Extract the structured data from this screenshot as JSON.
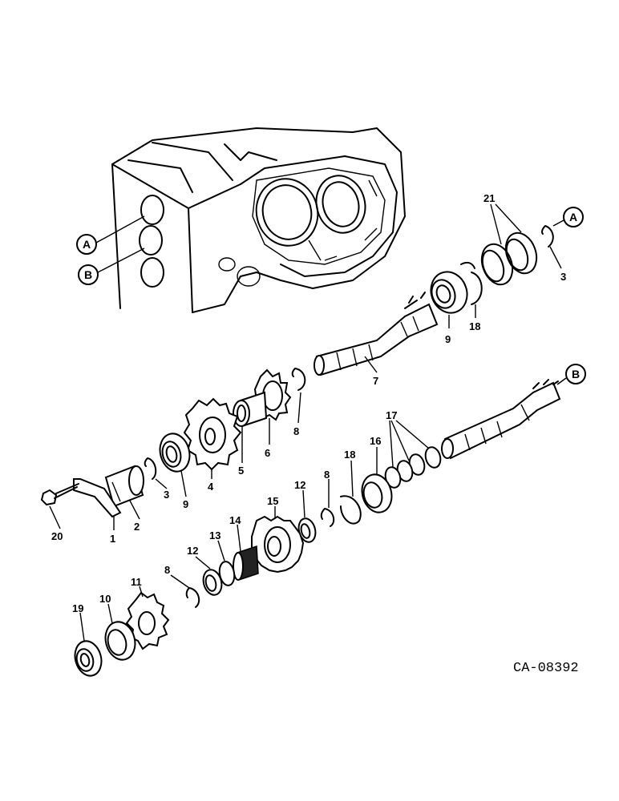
{
  "callouts": {
    "a": "A",
    "b": "B"
  },
  "parts": {
    "p1": "1",
    "p2": "2",
    "p3a": "3",
    "p3b": "3",
    "p4": "4",
    "p5": "5",
    "p6": "6",
    "p7": "7",
    "p8a": "8",
    "p8b": "8",
    "p8c": "8",
    "p9a": "9",
    "p9b": "9",
    "p10": "10",
    "p11": "11",
    "p12a": "12",
    "p12b": "12",
    "p13": "13",
    "p14": "14",
    "p15": "15",
    "p16": "16",
    "p17": "17",
    "p18a": "18",
    "p18b": "18",
    "p19": "19",
    "p20": "20",
    "p21": "21"
  },
  "drawing_code": "CA-08392"
}
